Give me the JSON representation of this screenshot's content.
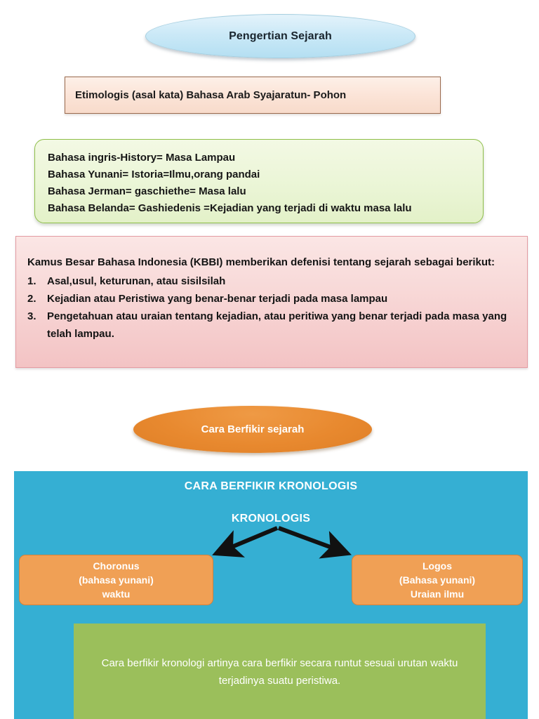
{
  "slide": {
    "title_ellipse": {
      "label": "Pengertian Sejarah"
    },
    "etimologis_box": {
      "text": "Etimologis (asal kata) Bahasa Arab Syajaratun- Pohon"
    },
    "bahasa_box": {
      "lines": [
        "Bahasa ingris-History= Masa Lampau",
        "Bahasa Yunani= Istoria=Ilmu,orang pandai",
        "Bahasa Jerman= gaschiethe= Masa lalu",
        "Bahasa Belanda= Gashiedenis =Kejadian yang terjadi di waktu masa lalu"
      ]
    },
    "kbbi_box": {
      "intro": "Kamus Besar Bahasa Indonesia (KBBI) memberikan defenisi tentang sejarah sebagai berikut:",
      "items": [
        {
          "num": "1.",
          "text": "Asal,usul, keturunan, atau sisilsilah"
        },
        {
          "num": "2.",
          "text": "Kejadian atau Peristiwa yang benar-benar terjadi pada masa lampau"
        },
        {
          "num": "3.",
          "text": "Pengetahuan atau uraian tentang kejadian, atau peritiwa yang benar terjadi pada masa yang telah lampau."
        }
      ]
    },
    "cara_berfikir_ellipse": {
      "label": "Cara Berfikir sejarah"
    },
    "kronologis_panel": {
      "title": "CARA BERFIKIR KRONOLOGIS",
      "subtitle": "KRONOLOGIS",
      "left_box": {
        "line1": "Choronus",
        "line2": "(bahasa yunani)",
        "line3": "waktu"
      },
      "right_box": {
        "line1": "Logos",
        "line2": "(Bahasa yunani)",
        "line3": "Uraian ilmu"
      },
      "summary": "Cara berfikir kronologi artinya cara berfikir secara runtut sesuai urutan waktu terjadinya suatu peristiwa."
    }
  },
  "colors": {
    "teal_panel": "#35AFD3",
    "orange_box": "#F0A055",
    "green_panel": "#9BBF5B",
    "orange_ellipse": "#E8892F",
    "blue_ellipse": "#CBE9F7",
    "pink_box": "#F3C3C4",
    "peach_box": "#FBE3D6",
    "light_green_box": "#EAF5D5",
    "arrow": "#111111"
  }
}
